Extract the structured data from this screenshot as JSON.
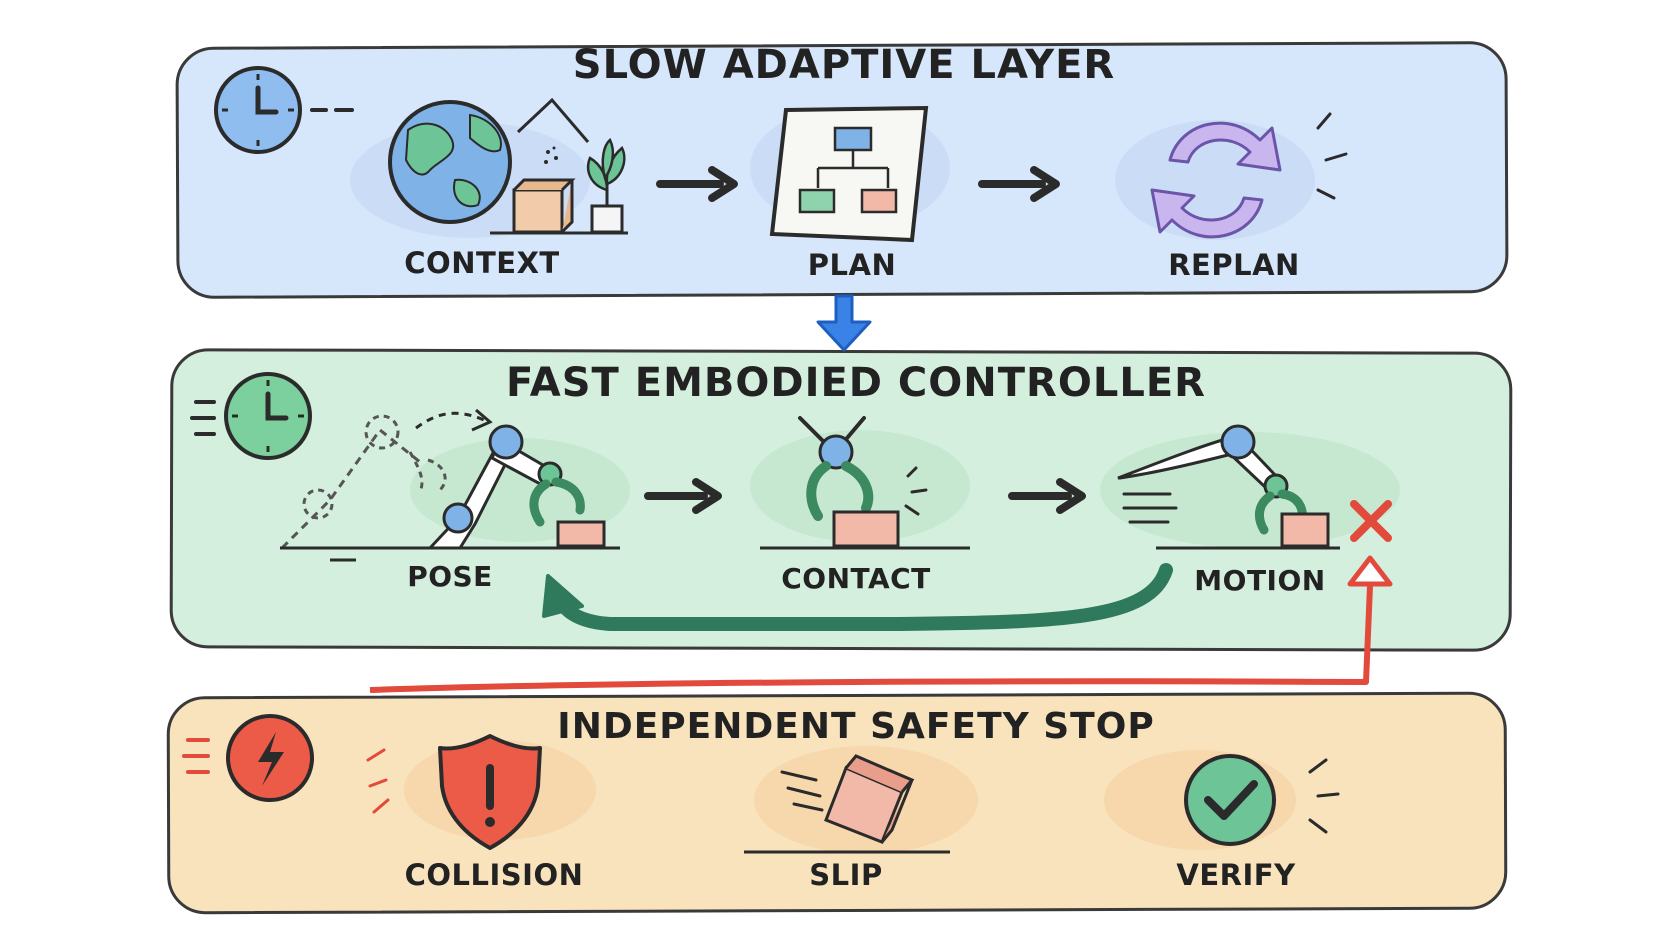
{
  "layers": {
    "slow": {
      "title": "SLOW ADAPTIVE LAYER",
      "color": "#d6e6fb",
      "steps": [
        "CONTEXT",
        "PLAN",
        "REPLAN"
      ]
    },
    "fast": {
      "title": "FAST EMBODIED CONTROLLER",
      "color": "#d5efde",
      "steps": [
        "POSE",
        "CONTACT",
        "MOTION"
      ]
    },
    "safety": {
      "title": "INDEPENDENT SAFETY STOP",
      "color": "#f9e3bd",
      "steps": [
        "COLLISION",
        "SLIP",
        "VERIFY"
      ]
    }
  },
  "icons": {
    "slow_clock": "clock-icon",
    "fast_clock": "clock-icon",
    "safety": "lightning-icon",
    "context": "globe-icon",
    "plan": "flowchart-icon",
    "replan": "cycle-icon",
    "pose": "robot-arm-icon",
    "contact": "gripper-icon",
    "motion": "robot-arm-icon",
    "stop": "x-mark-icon",
    "collision": "shield-alert-icon",
    "slip": "sliding-box-icon",
    "verify": "check-circle-icon"
  },
  "colors": {
    "accent_blue": "#3b82e6",
    "loop_green": "#2f7a5c",
    "stop_red": "#e24a3b",
    "replan_purple": "#b9a3e6"
  }
}
